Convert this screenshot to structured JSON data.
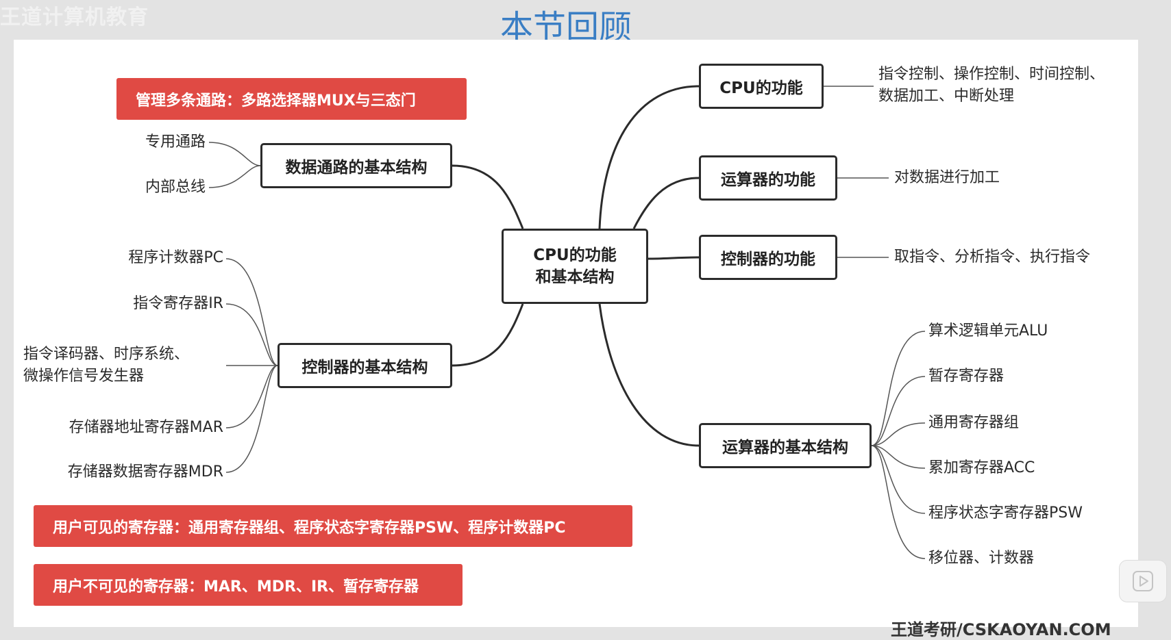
{
  "header": {
    "watermark": "王道计算机教育",
    "title": "本节回顾"
  },
  "center": {
    "line1": "CPU的功能",
    "line2": "和基本结构"
  },
  "banners": {
    "mux": "管理多条通路：多路选择器MUX与三态门",
    "visible": "用户可见的寄存器：通用寄存器组、程序状态字寄存器PSW、程序计数器PC",
    "invisible": "用户不可见的寄存器：MAR、MDR、IR、暂存寄存器"
  },
  "left_branches": {
    "datapath": {
      "label": "数据通路的基本结构",
      "items": [
        "专用通路",
        "内部总线"
      ]
    },
    "controller_structure": {
      "label": "控制器的基本结构",
      "items": [
        "程序计数器PC",
        "指令寄存器IR",
        "指令译码器、时序系统、",
        "微操作信号发生器",
        "存储器地址寄存器MAR",
        "存储器数据寄存器MDR"
      ]
    }
  },
  "right_branches": {
    "cpu_function": {
      "label": "CPU的功能",
      "detail1": "指令控制、操作控制、时间控制、",
      "detail2": "数据加工、中断处理"
    },
    "alu_function": {
      "label": "运算器的功能",
      "detail": "对数据进行加工"
    },
    "controller_function": {
      "label": "控制器的功能",
      "detail": "取指令、分析指令、执行指令"
    },
    "alu_structure": {
      "label": "运算器的基本结构",
      "items": [
        "算术逻辑单元ALU",
        "暂存寄存器",
        "通用寄存器组",
        "累加寄存器ACC",
        "程序状态字寄存器PSW",
        "移位器、计数器"
      ]
    }
  },
  "footer": {
    "brand": "王道考研/CSKAOYAN.COM"
  },
  "colors": {
    "title": "#3a7ec4",
    "banner": "#e04a44",
    "line": "#2b2b2b"
  },
  "icons": {
    "play": "play-icon"
  }
}
